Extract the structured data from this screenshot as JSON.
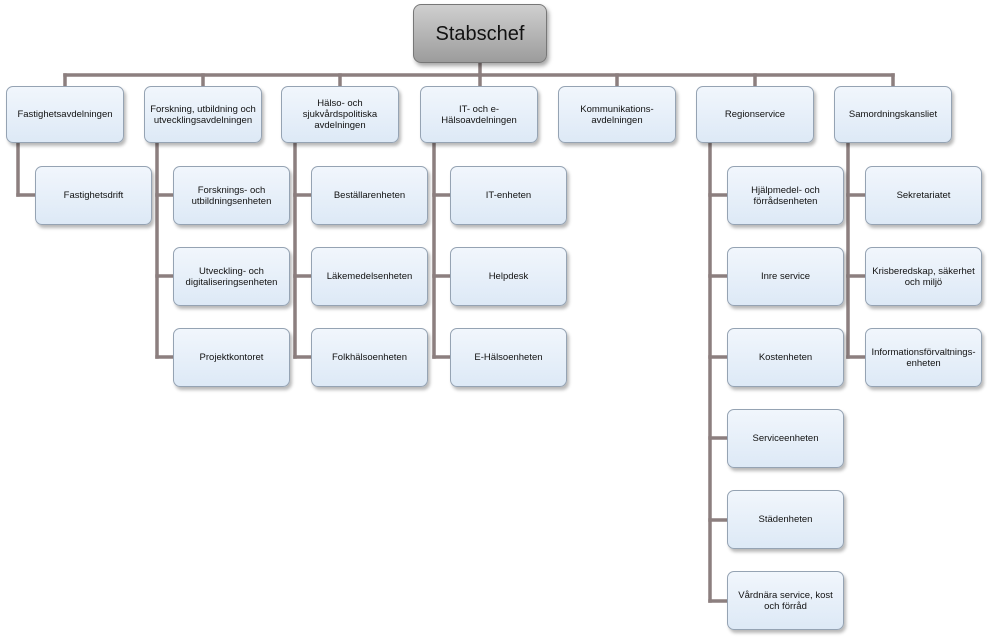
{
  "root": "Stabschef",
  "departments": {
    "fastighet": "Fastighetsavdelningen",
    "forskning": "Forskning, utbildning och\nutvecklingsavdelningen",
    "halso": "Hälso- och\nsjukvårdspolitiska\navdelningen",
    "it": "IT- och e-\nHälsoavdelningen",
    "kommunikation": "Kommunikations-\navdelningen",
    "region": "Regionservice",
    "samordning": "Samordningskansliet"
  },
  "units": {
    "fastighet": [
      "Fastighetsdrift"
    ],
    "forskning": [
      "Forsknings- och\nutbildningsenheten",
      "Utveckling- och\ndigitaliseringsenheten",
      "Projektkontoret"
    ],
    "halso": [
      "Beställarenheten",
      "Läkemedelsenheten",
      "Folkhälsoenheten"
    ],
    "it": [
      "IT-enheten",
      "Helpdesk",
      "E-Hälsoenheten"
    ],
    "region": [
      "Hjälpmedel- och\nförrådsenheten",
      "Inre service",
      "Kostenheten",
      "Serviceenheten",
      "Städenheten",
      "Vårdnära service, kost\noch förråd"
    ],
    "samordning": [
      "Sekretariatet",
      "Krisberedskap, säkerhet\noch miljö",
      "Informationsförvaltnings-\nenheten"
    ]
  }
}
